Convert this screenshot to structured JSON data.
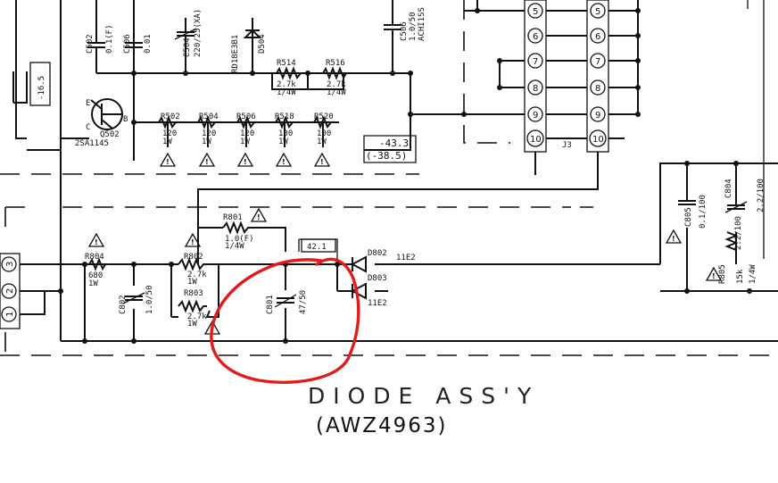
{
  "title": "DIODE ASS'Y",
  "part_number": "(AWZ4963)",
  "connector_pins": [
    "1",
    "2",
    "3"
  ],
  "upper_connector": {
    "left_pins": [
      "5",
      "6",
      "7",
      "8",
      "9",
      "10"
    ],
    "right_pins": [
      "5",
      "6",
      "7",
      "8",
      "9",
      "10"
    ],
    "label": "J3"
  },
  "transistor": {
    "ref": "Q502",
    "part": "2SA1145",
    "pins": [
      "E",
      "B",
      "C"
    ]
  },
  "test_points": {
    "minus_16_5": "-16.5",
    "minus_43_3": "-43.3",
    "minus_38_5": "(-38.5)",
    "v42_1": "42.1"
  },
  "capacitors": {
    "C502": {
      "ref": "C502",
      "value": "0.1(F)"
    },
    "C506": {
      "ref": "C506",
      "value": "0.01"
    },
    "C504": {
      "ref": "C504",
      "value": "220/25(XA)"
    },
    "C506b": {
      "ref": "C506",
      "value": "1.0/50",
      "extra": "ACHI1SS"
    },
    "C802": {
      "ref": "C802",
      "value": "1.0/50"
    },
    "C801": {
      "ref": "C801",
      "value": "47/50"
    },
    "C805": {
      "ref": "C805",
      "value": "0.1/100"
    },
    "C804": {
      "ref": "C804",
      "value": "2.2/100"
    },
    "C804b": {
      "value": "2.2/100"
    }
  },
  "diodes": {
    "D504": {
      "ref": "D504",
      "part": "RD18E3B1"
    },
    "D802": {
      "ref": "D802",
      "part": "11E2"
    },
    "D803": {
      "ref": "D803",
      "part": "11E2"
    }
  },
  "resistors": {
    "R514": {
      "ref": "R514",
      "value": "2.7k",
      "power": "1/4W"
    },
    "R516": {
      "ref": "R516",
      "value": "2.7k",
      "power": "1/4W"
    },
    "R502": {
      "ref": "R502",
      "value": "120",
      "power": "1W"
    },
    "R504": {
      "ref": "R504",
      "value": "120",
      "power": "1W"
    },
    "R506": {
      "ref": "R506",
      "value": "120",
      "power": "1W"
    },
    "R518": {
      "ref": "R518",
      "value": "100",
      "power": "1W"
    },
    "R520": {
      "ref": "R520",
      "value": "100",
      "power": "1W"
    },
    "R801": {
      "ref": "R801",
      "value": "1.0(F)",
      "power": "1/4W"
    },
    "R804": {
      "ref": "R804",
      "value": "680",
      "power": "1W"
    },
    "R802": {
      "ref": "R802",
      "value": "2.7k",
      "power": "1W"
    },
    "R803": {
      "ref": "R803",
      "value": "2.7k",
      "power": "1W"
    },
    "R805": {
      "ref": "R805",
      "value": "15k",
      "power": "1/4W"
    }
  },
  "safety_mark": "!",
  "colors": {
    "ink": "#111111",
    "annotation": "#e11a1a",
    "paper": "#ffffff"
  }
}
